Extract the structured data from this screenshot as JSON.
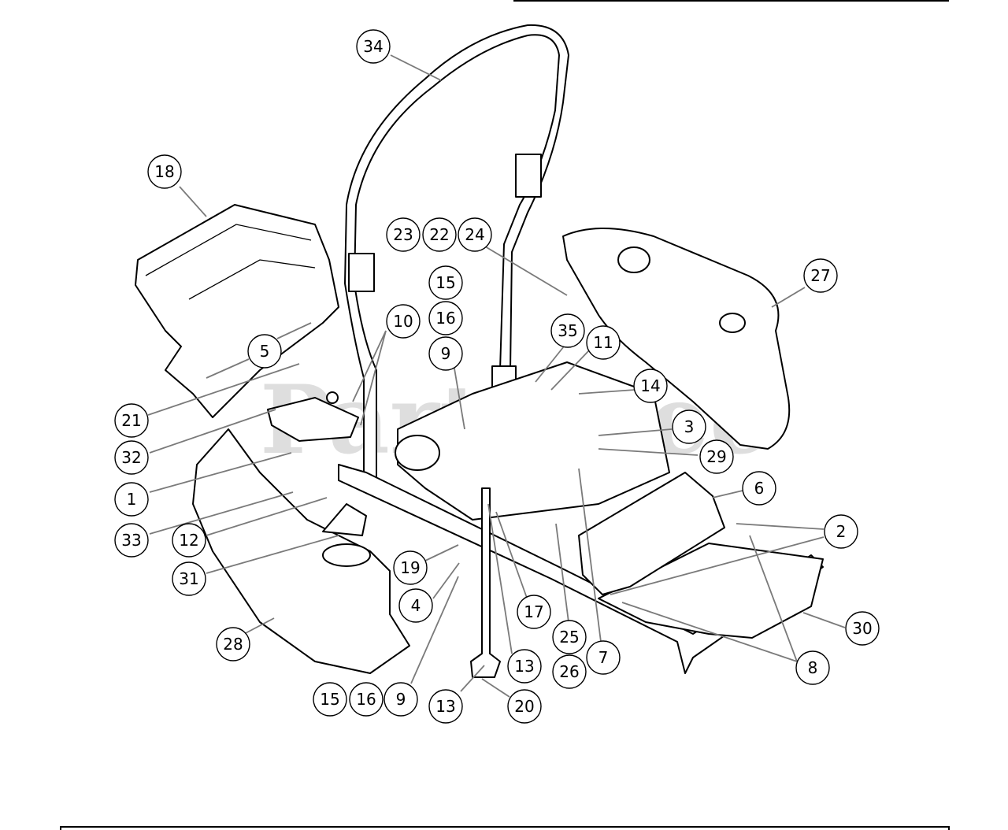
{
  "watermark": "PartsTree",
  "callouts": [
    {
      "label": "34"
    },
    {
      "label": "18"
    },
    {
      "label": "23"
    },
    {
      "label": "22"
    },
    {
      "label": "24"
    },
    {
      "label": "27"
    },
    {
      "label": "15"
    },
    {
      "label": "16"
    },
    {
      "label": "10"
    },
    {
      "label": "35"
    },
    {
      "label": "11"
    },
    {
      "label": "9"
    },
    {
      "label": "5"
    },
    {
      "label": "14"
    },
    {
      "label": "21"
    },
    {
      "label": "3"
    },
    {
      "label": "32"
    },
    {
      "label": "29"
    },
    {
      "label": "6"
    },
    {
      "label": "1"
    },
    {
      "label": "2"
    },
    {
      "label": "33"
    },
    {
      "label": "12"
    },
    {
      "label": "19"
    },
    {
      "label": "31"
    },
    {
      "label": "4"
    },
    {
      "label": "17"
    },
    {
      "label": "25"
    },
    {
      "label": "7"
    },
    {
      "label": "30"
    },
    {
      "label": "28"
    },
    {
      "label": "13"
    },
    {
      "label": "26"
    },
    {
      "label": "8"
    },
    {
      "label": "15"
    },
    {
      "label": "16"
    },
    {
      "label": "9"
    },
    {
      "label": "13"
    },
    {
      "label": "20"
    }
  ]
}
